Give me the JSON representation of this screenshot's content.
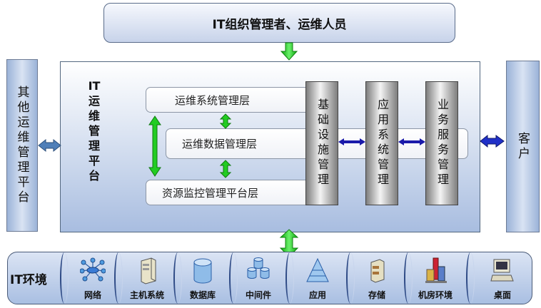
{
  "top_box": {
    "label": "IT组织管理者、运维人员"
  },
  "left_box": {
    "label": "其他运维管理平台"
  },
  "right_box": {
    "label": "客户"
  },
  "platform": {
    "title": "IT运维管理平台"
  },
  "layers": [
    {
      "label": "运维系统管理层"
    },
    {
      "label": "运维数据管理层"
    },
    {
      "label": "资源监控管理平台层"
    }
  ],
  "pillars": [
    {
      "label": "基础设施管理"
    },
    {
      "label": "应用系统管理"
    },
    {
      "label": "业务服务管理"
    }
  ],
  "env": {
    "title": "IT环境",
    "items": [
      {
        "label": "网络",
        "icon": "network-icon"
      },
      {
        "label": "主机系统",
        "icon": "server-icon"
      },
      {
        "label": "数据库",
        "icon": "database-icon"
      },
      {
        "label": "中间件",
        "icon": "middleware-icon"
      },
      {
        "label": "应用",
        "icon": "pyramid-icon"
      },
      {
        "label": "存储",
        "icon": "storage-icon"
      },
      {
        "label": "机房环境",
        "icon": "datacenter-icon"
      },
      {
        "label": "桌面",
        "icon": "desktop-icon"
      }
    ]
  },
  "colors": {
    "arrow_green": "#22cc22",
    "arrow_blue": "#1a1aaa",
    "arrow_steel": "#4f7fb8"
  }
}
